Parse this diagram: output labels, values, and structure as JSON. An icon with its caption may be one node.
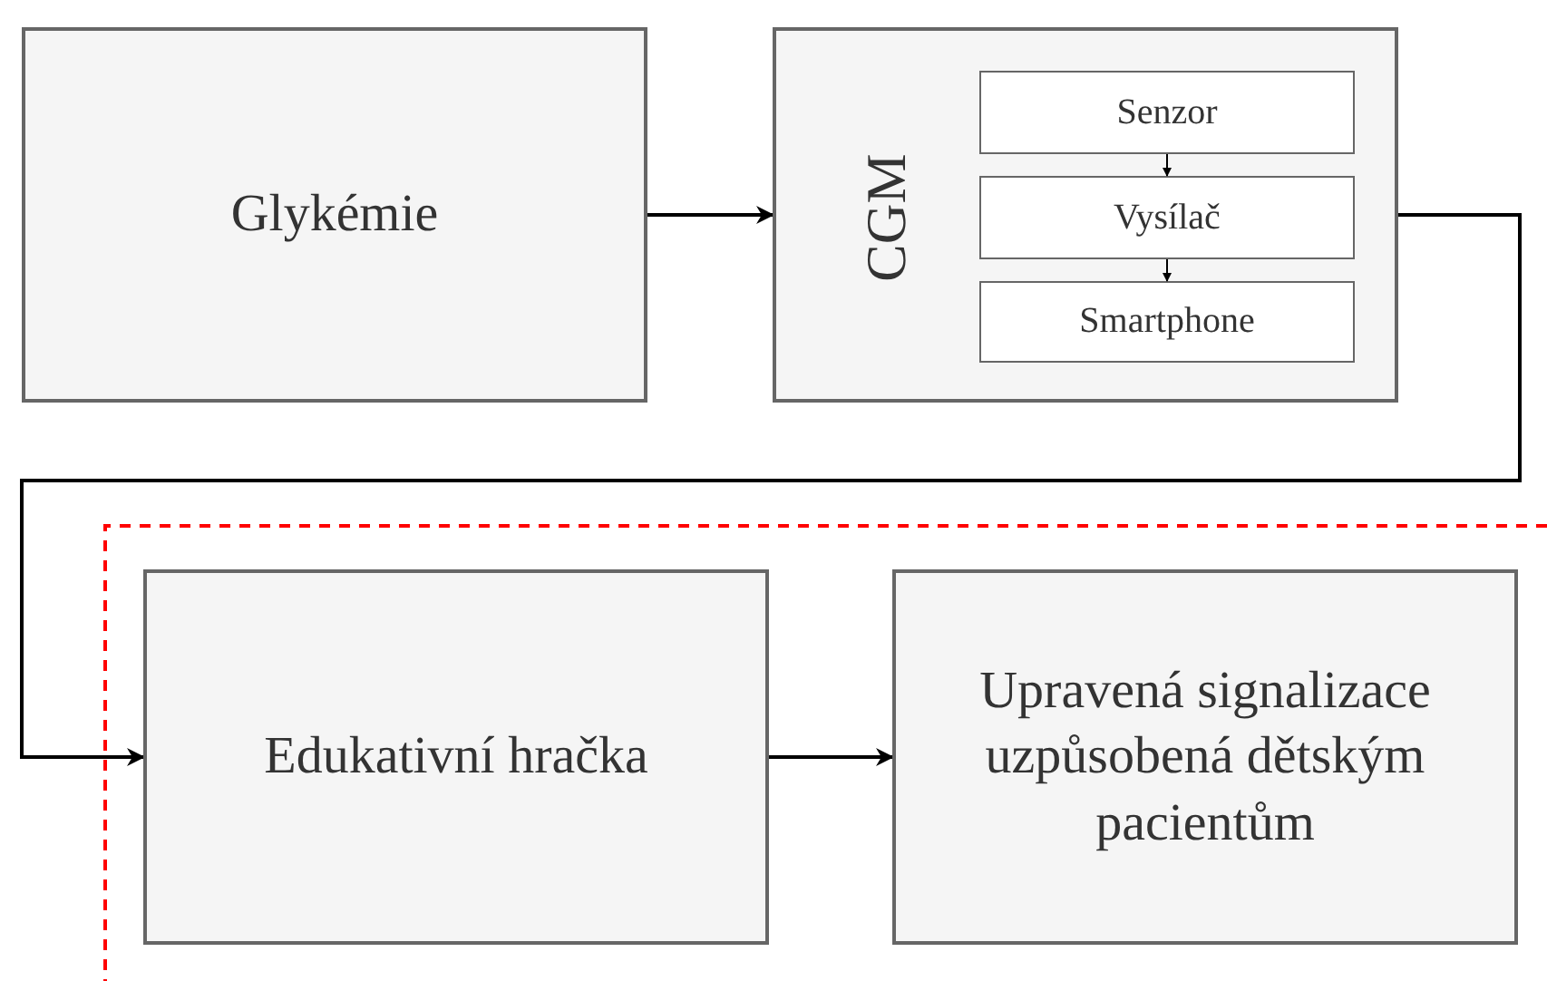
{
  "diagram": {
    "nodes": [
      {
        "text": [
          "Glykémie"
        ]
      },
      {
        "text": [
          "CGM"
        ]
      },
      {
        "text": [
          "Senzor"
        ],
        "in": 1
      },
      {
        "text": [
          "Vysílač"
        ],
        "in": 1
      },
      {
        "text": [
          "Smartphone"
        ],
        "in": 1
      },
      {
        "text": [
          "Edukativní hračka"
        ]
      },
      {
        "text": [
          "Upravená signalizace uzpůsobená dětským pacientům"
        ]
      }
    ],
    "edges": [
      {
        "from": 0,
        "to": 1,
        "arrow": "to"
      },
      {
        "from": 2,
        "to": 3,
        "arrow": "to"
      },
      {
        "from": 3,
        "to": 4,
        "arrow": "to"
      },
      {
        "from": 1,
        "to": 5,
        "arrow": "to"
      },
      {
        "from": 5,
        "to": 6,
        "arrow": "to"
      }
    ]
  }
}
